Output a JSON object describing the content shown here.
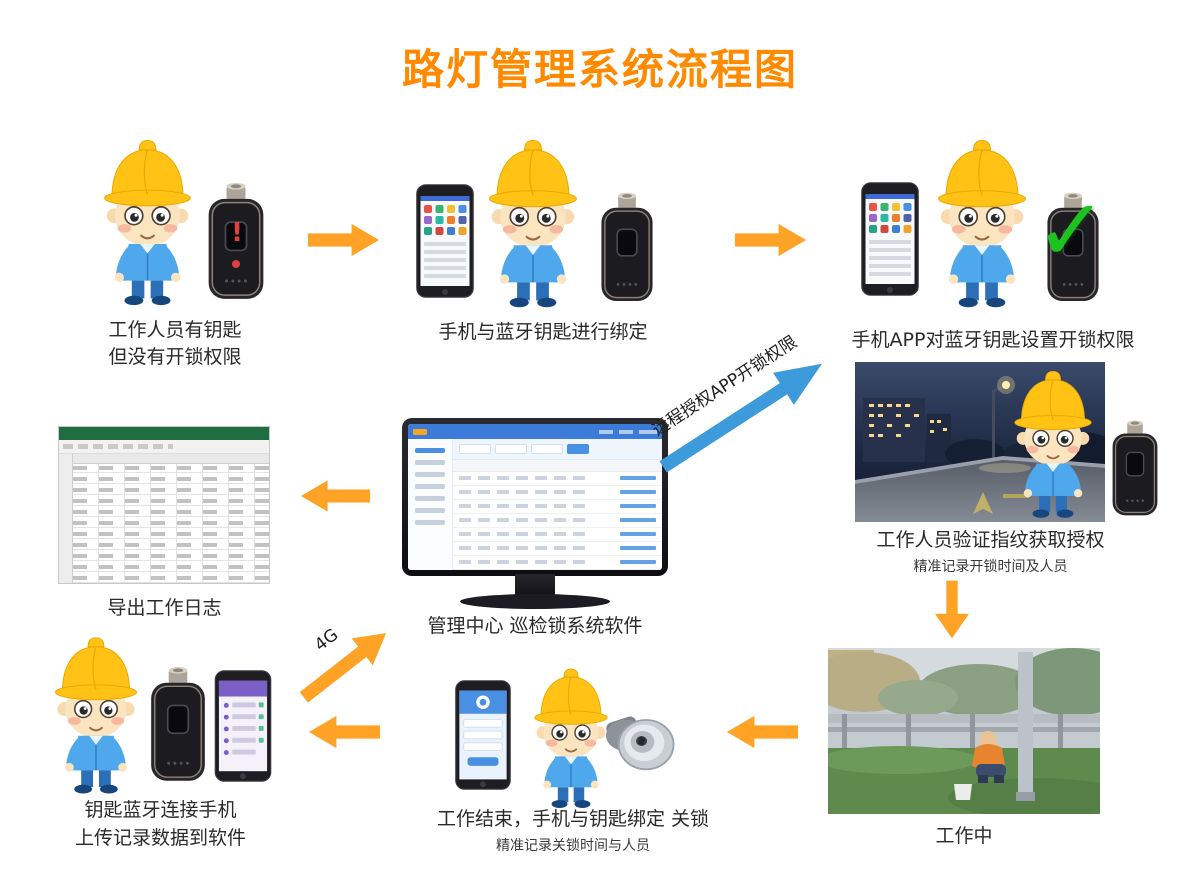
{
  "title": "路灯管理系统流程图",
  "colors": {
    "title_orange": "#FF8A00",
    "arrow_orange": "#FFA326",
    "arrow_blue": "#3E9BDB",
    "helmet_yellow": "#FFC215",
    "caption_dark": "#2A2A2A"
  },
  "icons": {
    "no_permission_mark": "!",
    "authorized_mark": "✓"
  },
  "steps": {
    "has_key_no_permission": {
      "line1": "工作人员有钥匙",
      "line2": "但没有开锁权限"
    },
    "bind_phone_key": {
      "caption": "手机与蓝牙钥匙进行绑定"
    },
    "set_unlock_permission": {
      "caption": "手机APP对蓝牙钥匙设置开锁权限"
    },
    "fingerprint_auth": {
      "caption": "工作人员验证指纹获取授权",
      "note": "精准记录开锁时间及人员"
    },
    "working": {
      "caption": "工作中"
    },
    "finish_lock": {
      "caption": "工作结束，手机与钥匙绑定 关锁",
      "note": "精准记录关锁时间与人员"
    },
    "upload_records": {
      "line1": "钥匙蓝牙连接手机",
      "line2": "上传记录数据到软件"
    },
    "management_center": {
      "caption": "管理中心 巡检锁系统软件"
    },
    "export_log": {
      "caption": "导出工作日志"
    }
  },
  "arrows": {
    "remote_auth": "远程授权APP开锁权限",
    "uplink": "4G"
  }
}
